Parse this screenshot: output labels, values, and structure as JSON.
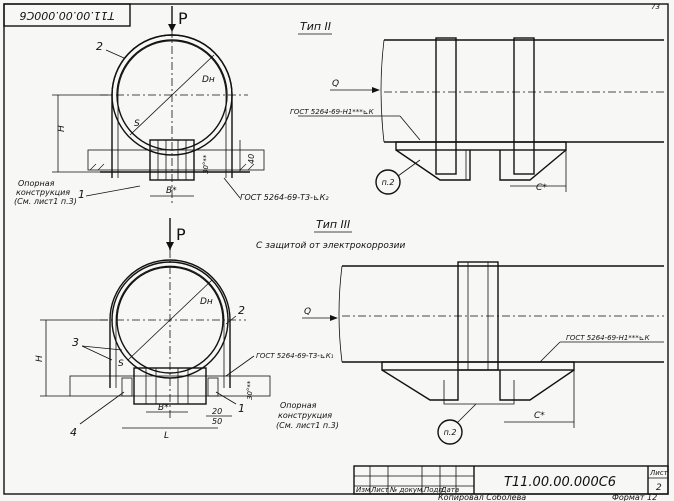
{
  "sheet": {
    "page_number": "73",
    "corner_code": "T11.00.00.000C6",
    "doc_code": "T11.00.00.000C6",
    "sheet_label": "Лист",
    "sheet_no": "2",
    "format": "Формат 12",
    "signature_line": "Копировал Соболева",
    "stamp_cols": [
      "Изм",
      "Лист",
      "№ докум.",
      "Подп.",
      "Дата"
    ]
  },
  "top_left": {
    "load": "P",
    "dia": "Dн",
    "s": "S",
    "h": "H",
    "h1": "40",
    "angle": "30°**",
    "b": "B*",
    "part1": "1",
    "part2": "2",
    "support_lines": [
      "Опорная",
      "конструкция",
      "(См. лист1 п.3)"
    ],
    "weld": "ГОСТ 5264-69-Т3-⊾К₂"
  },
  "type2": {
    "title": "Тип II",
    "q": "Q",
    "weld": "ГОСТ 5264-69-Н1***⊾К",
    "note": "п.2",
    "c": "С*"
  },
  "type3": {
    "title": "Тип III",
    "subtitle": "С защитой от электрокоррозии",
    "q": "Q",
    "weld": "ГОСТ 5264-69-Н1***⊾К",
    "note": "п.2",
    "c": "С*"
  },
  "bottom_left": {
    "load": "P",
    "dia": "Dн",
    "s": "S",
    "h": "H",
    "angle": "30°**",
    "b": "B*",
    "l": "L",
    "d20": "20",
    "d50": "50",
    "part1": "1",
    "part2": "2",
    "part3": "3",
    "part4": "4",
    "support_lines": [
      "Опорная",
      "конструкция",
      "(См. лист1 п.3)"
    ],
    "weld": "ГОСТ 5264-69-Т3-⊾К₁"
  }
}
